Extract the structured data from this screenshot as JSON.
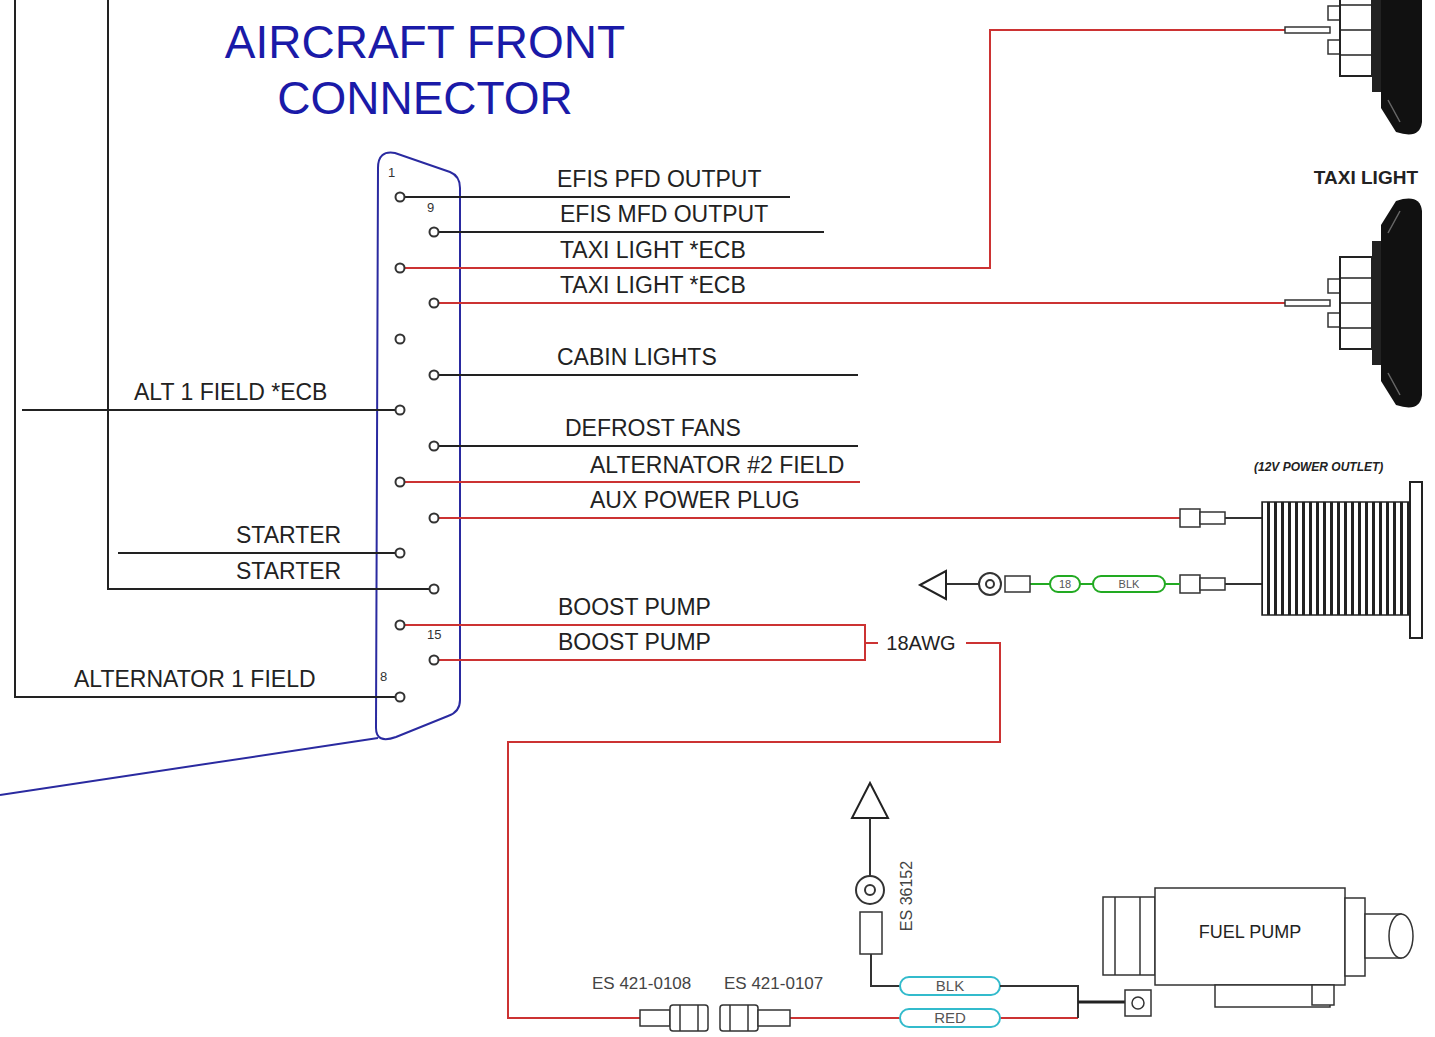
{
  "diagram": {
    "title": "AIRCRAFT FRONT CONNECTOR",
    "nodes": [
      {
        "text": [
          "TAXI LIGHT"
        ]
      },
      {
        "text": [
          "(12V POWER OUTLET)"
        ]
      },
      {
        "text": [
          "FUEL PUMP"
        ]
      }
    ],
    "labels": [
      "1",
      "9",
      "EFIS PFD OUTPUT",
      "EFIS MFD OUTPUT",
      "TAXI LIGHT *ECB",
      "TAXI LIGHT *ECB",
      "CABIN LIGHTS",
      "ALT 1 FIELD *ECB",
      "DEFROST FANS",
      "ALTERNATOR #2 FIELD",
      "AUX POWER PLUG",
      "STARTER",
      "STARTER",
      "BOOST PUMP",
      "15",
      "BOOST PUMP",
      "18AWG",
      "ALTERNATOR 1 FIELD",
      "8",
      "18",
      "BLK",
      "ES 36152",
      "ES 421-0108",
      "ES 421-0107",
      "BLK",
      "RED"
    ]
  }
}
